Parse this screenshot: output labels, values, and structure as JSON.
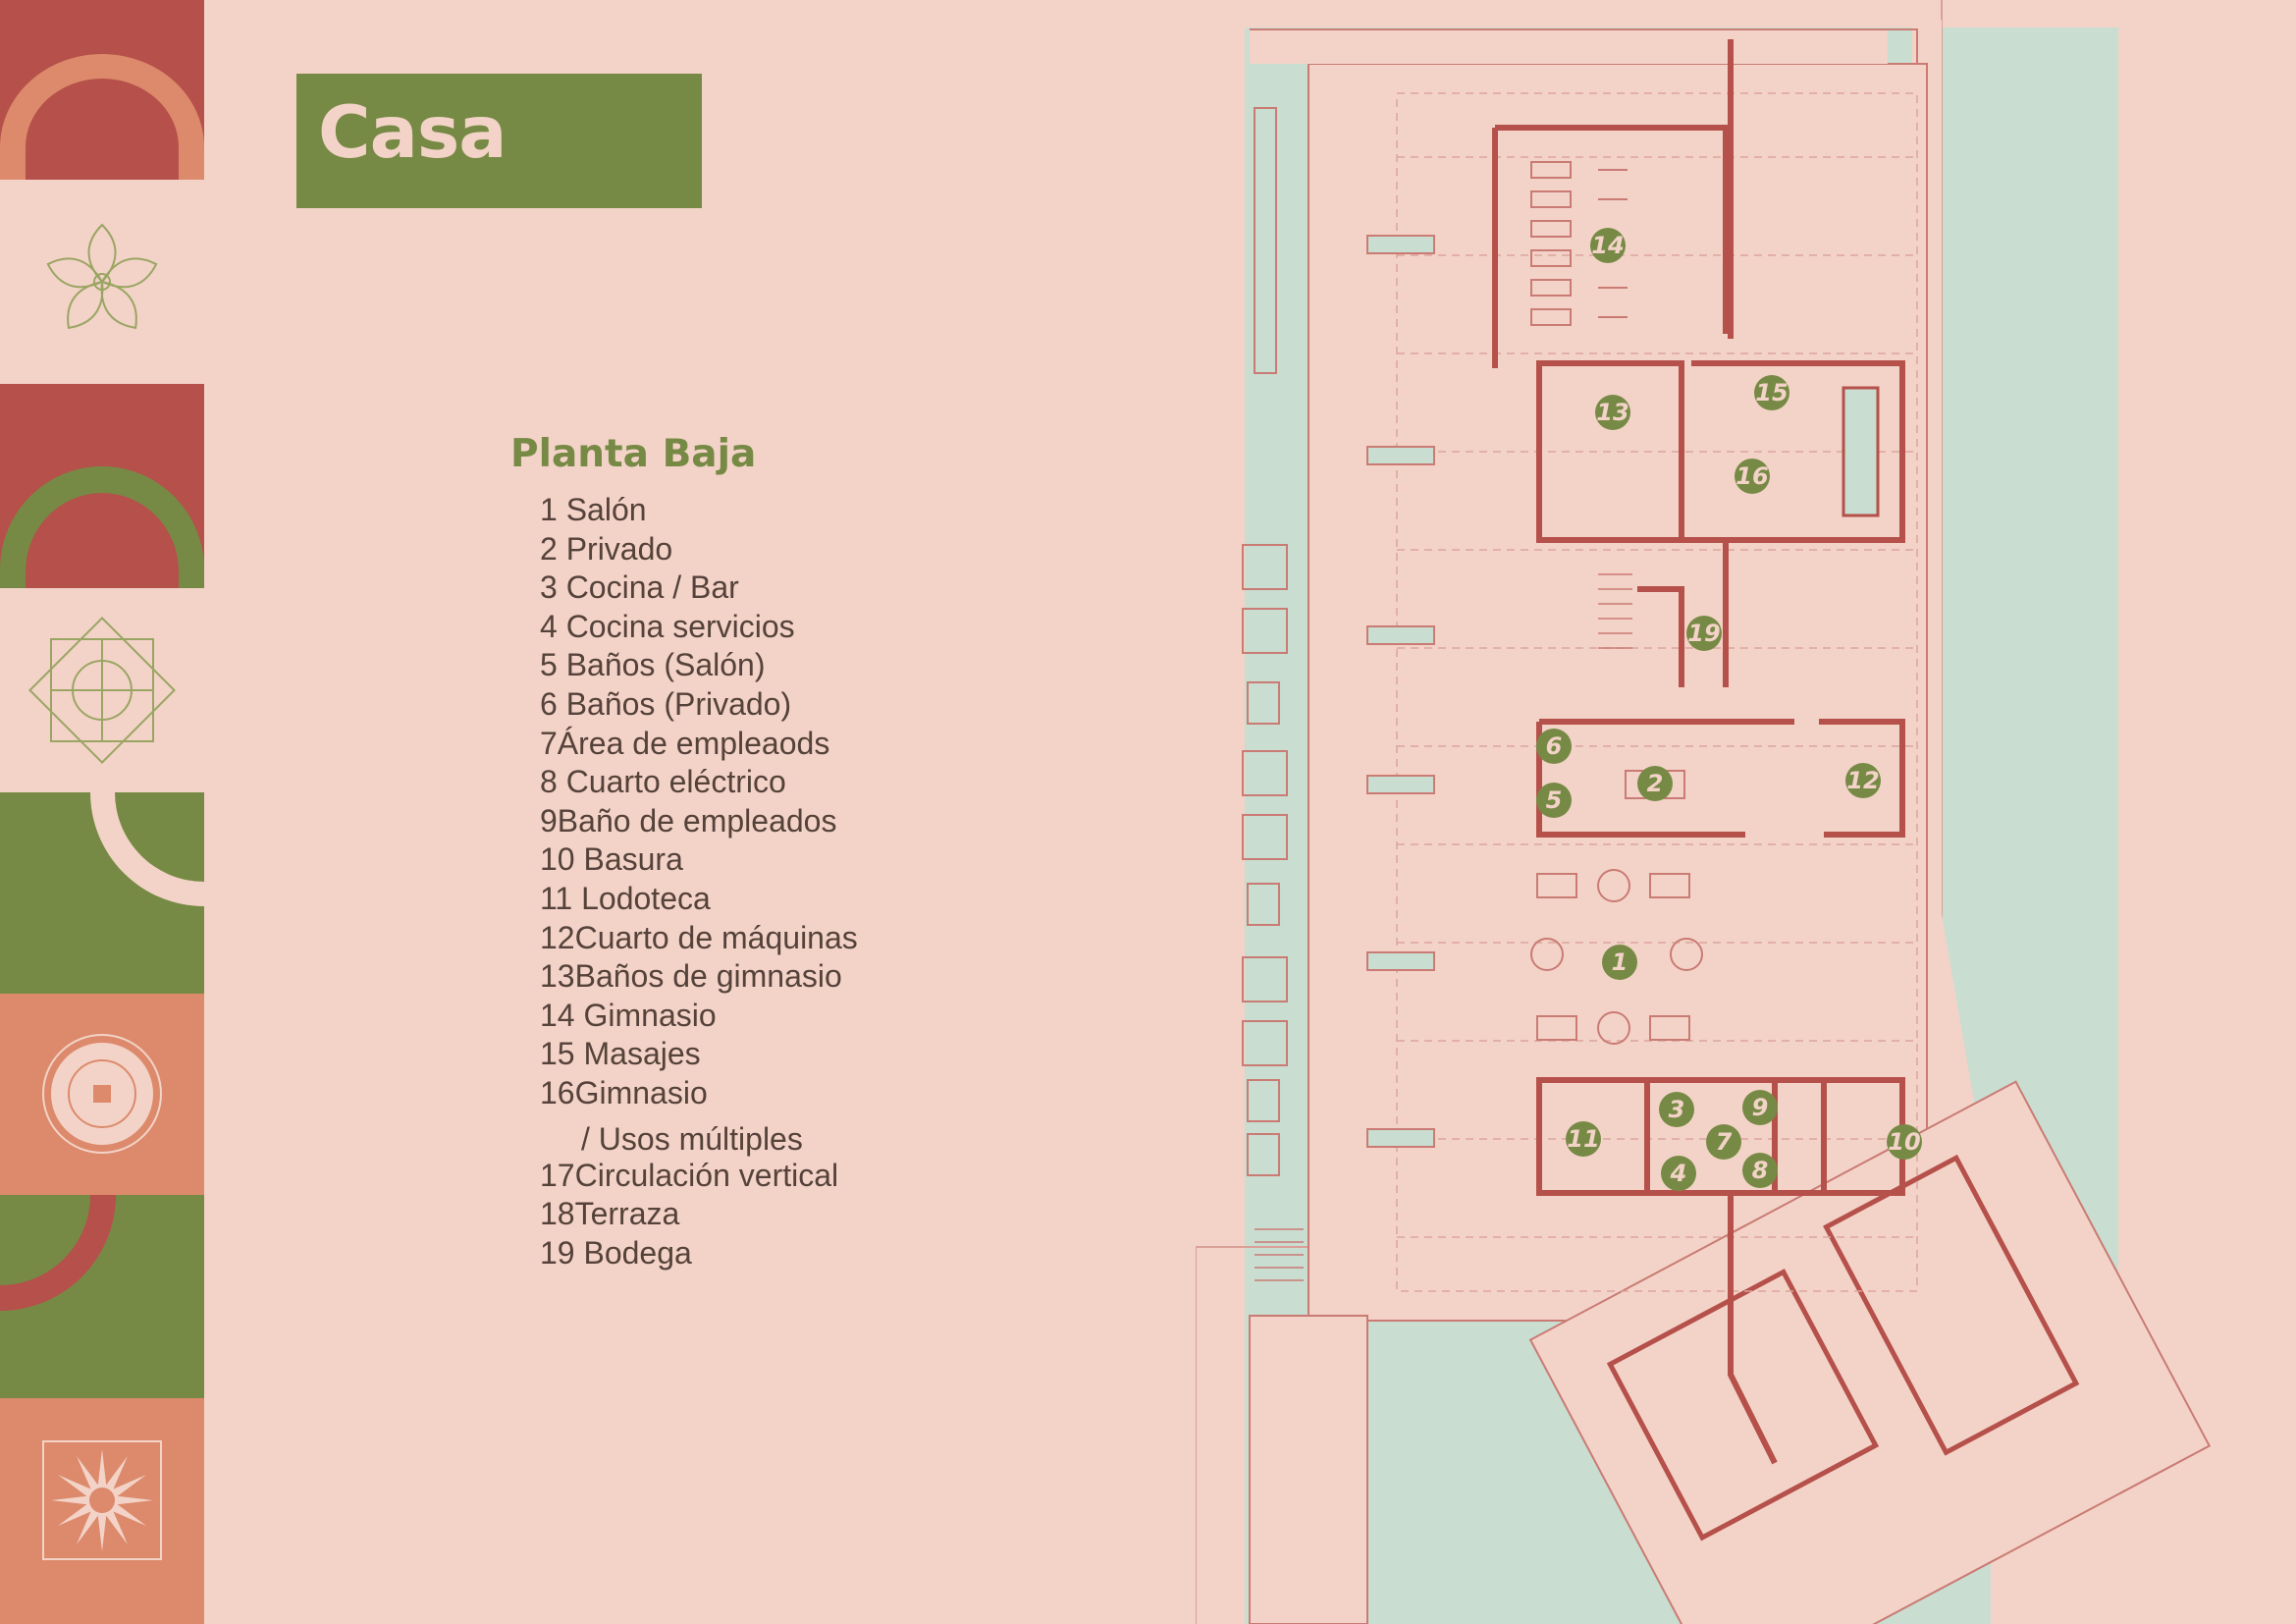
{
  "title": "Casa Club",
  "subtitle": "Planta Baja",
  "legend": [
    {
      "text": "1   Salón"
    },
    {
      "text": "2 Privado"
    },
    {
      "text": "3   Cocina / Bar"
    },
    {
      "text": "4   Cocina servicios"
    },
    {
      "text": "5   Baños (Salón)"
    },
    {
      "text": "6   Baños (Privado)"
    },
    {
      "text": "7Área de empleaods"
    },
    {
      "text": "8   Cuarto eléctrico"
    },
    {
      "text": "9Baño de empleados"
    },
    {
      "text": "10 Basura"
    },
    {
      "text": "11 Lodoteca"
    },
    {
      "text": "12Cuarto de máquinas"
    },
    {
      "text": "13Baños de gimnasio"
    },
    {
      "text": "14 Gimnasio"
    },
    {
      "text": "15 Masajes"
    },
    {
      "text": "16Gimnasio"
    },
    {
      "text": "/ Usos múltiples"
    },
    {
      "text": "17Circulación vertical"
    },
    {
      "text": "18Terraza"
    },
    {
      "text": "19 Bodega"
    }
  ],
  "markers": [
    "14",
    "13",
    "15",
    "16",
    "19",
    "6",
    "2",
    "5",
    "12",
    "1",
    "3",
    "9",
    "11",
    "7",
    "10",
    "4",
    "8"
  ],
  "colors": {
    "background": "#f3d3c8",
    "green": "#778a45",
    "red": "#b5504a",
    "salmon": "#dc8a6b",
    "water": "#c9ddd0",
    "text": "#55423a"
  }
}
